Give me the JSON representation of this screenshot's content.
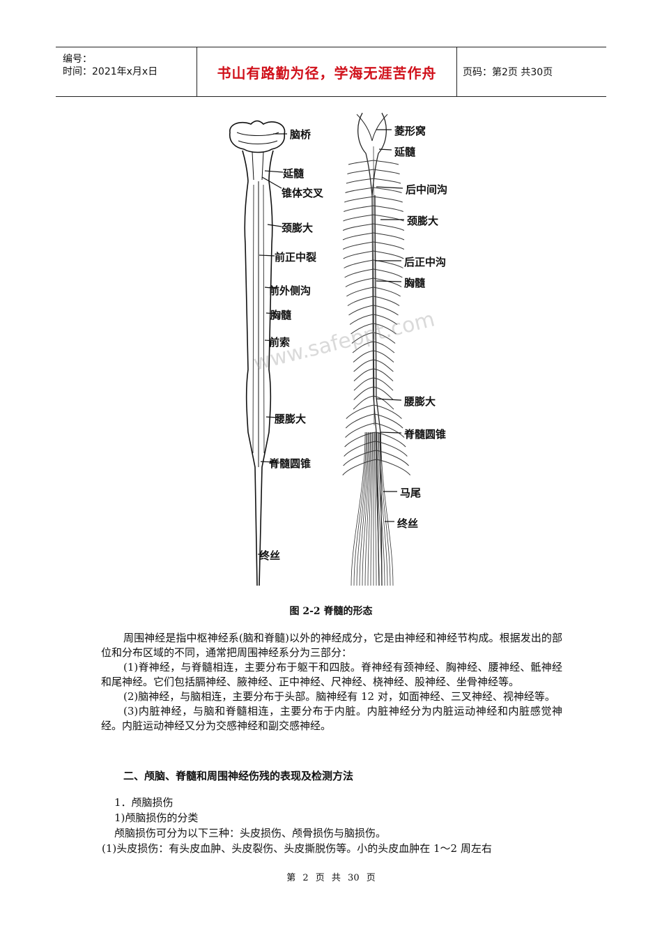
{
  "header": {
    "number_label": "编号：",
    "date_line": "时间：2021年x月x日",
    "slogan": "书山有路勤为径，学海无涯苦作舟",
    "page_info": "页码：第2页 共30页"
  },
  "figure": {
    "left_labels": [
      "脑桥",
      "延髓",
      "锥体交叉",
      "颈膨大",
      "前正中裂",
      "前外侧沟",
      "胸髓",
      "前索",
      "腰膨大",
      "脊髓圆锥",
      "终丝"
    ],
    "right_labels": [
      "菱形窝",
      "延髓",
      "后中间沟",
      "颈膨大",
      "后正中沟",
      "胸髓",
      "腰膨大",
      "脊髓圆锥",
      "马尾",
      "终丝"
    ],
    "watermark": "www.safeppt.com",
    "caption": "图 2-2  脊髓的形态"
  },
  "body": {
    "p1": "周围神经是指中枢神经系(脑和脊髓)以外的神经成分，它是由神经和神经节构成。根据发出的部位和分布区域的不同，通常把周围神经系分为三部分：",
    "p2": "(1)脊神经，与脊髓相连，主要分布于躯干和四肢。脊神经有颈神经、胸神经、腰神经、骶神经和尾神经。它们包括膈神经、腋神经、正中神经、尺神经、桡神经、股神经、坐骨神经等。",
    "p3": "(2)脑神经，与脑相连，主要分布于头部。脑神经有 12 对，如面神经、三叉神经、视神经等。",
    "p4": "(3)内脏神经，与脑和脊髓相连，主要分布于内脏。内脏神经分为内脏运动神经和内脏感觉神经。内脏运动神经又分为交感神经和副交感神经。"
  },
  "section": {
    "heading": "二、颅脑、脊髓和周围神经伤残的表现及检测方法",
    "l1": "1．颅脑损伤",
    "l2": "1)颅脑损伤的分类",
    "l3": "颅脑损伤可分为以下三种：头皮损伤、颅骨损伤与脑损伤。",
    "l4": "(1)头皮损伤：有头皮血肿、头皮裂伤、头皮撕脱伤等。小的头皮血肿在 1～2 周左右"
  },
  "footer": {
    "text": "第 2 页 共 30 页"
  }
}
